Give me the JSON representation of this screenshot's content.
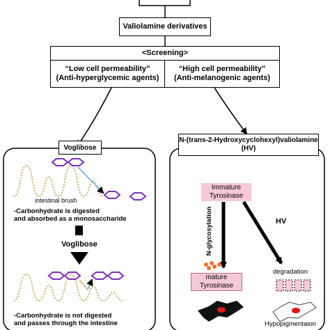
{
  "top": {
    "derivatives_label": "Valiolamine derivatives",
    "screening_label": "<Screening>"
  },
  "left_branch": {
    "header_line1": "“Low cell permeability”",
    "header_line2": "(Anti-hyperglycemic agents)",
    "title": "Voglibose",
    "brush_label": "intestinal brush",
    "text_digested_1": "-Carbonhydrate is digested",
    "text_digested_2": "and absorbed as a monosaccharide",
    "arrow_label": "Voglibose",
    "text_not_digested_1": "-Carbonhydrate is not digested",
    "text_not_digested_2": "and passes through the intestine"
  },
  "right_branch": {
    "header_line1": "“High cell permeability”",
    "header_line2": "(Anti-melanogenic agents)",
    "title_line1": "N-(trans-2-Hydroxycyclohexyl)valiolamine",
    "title_line2": "(HV)",
    "immature_line1": "Immature",
    "immature_line2": "Tyrosinase",
    "glycosylation_label": "N-glycosylation",
    "hv_label": "HV",
    "mature_line1": "mature",
    "mature_line2": "Tyrosinase",
    "degradation_label": "degradation",
    "hypopigmentation_label": "Hypopigmentaion"
  },
  "colors": {
    "hexagon": "#7b2fbe",
    "villi": "#c9b26a",
    "pink": "#f6c9d6",
    "dots": "#e8742a",
    "cell_nucleus": "#e01919",
    "arrow_blue": "#5aa9e6"
  }
}
